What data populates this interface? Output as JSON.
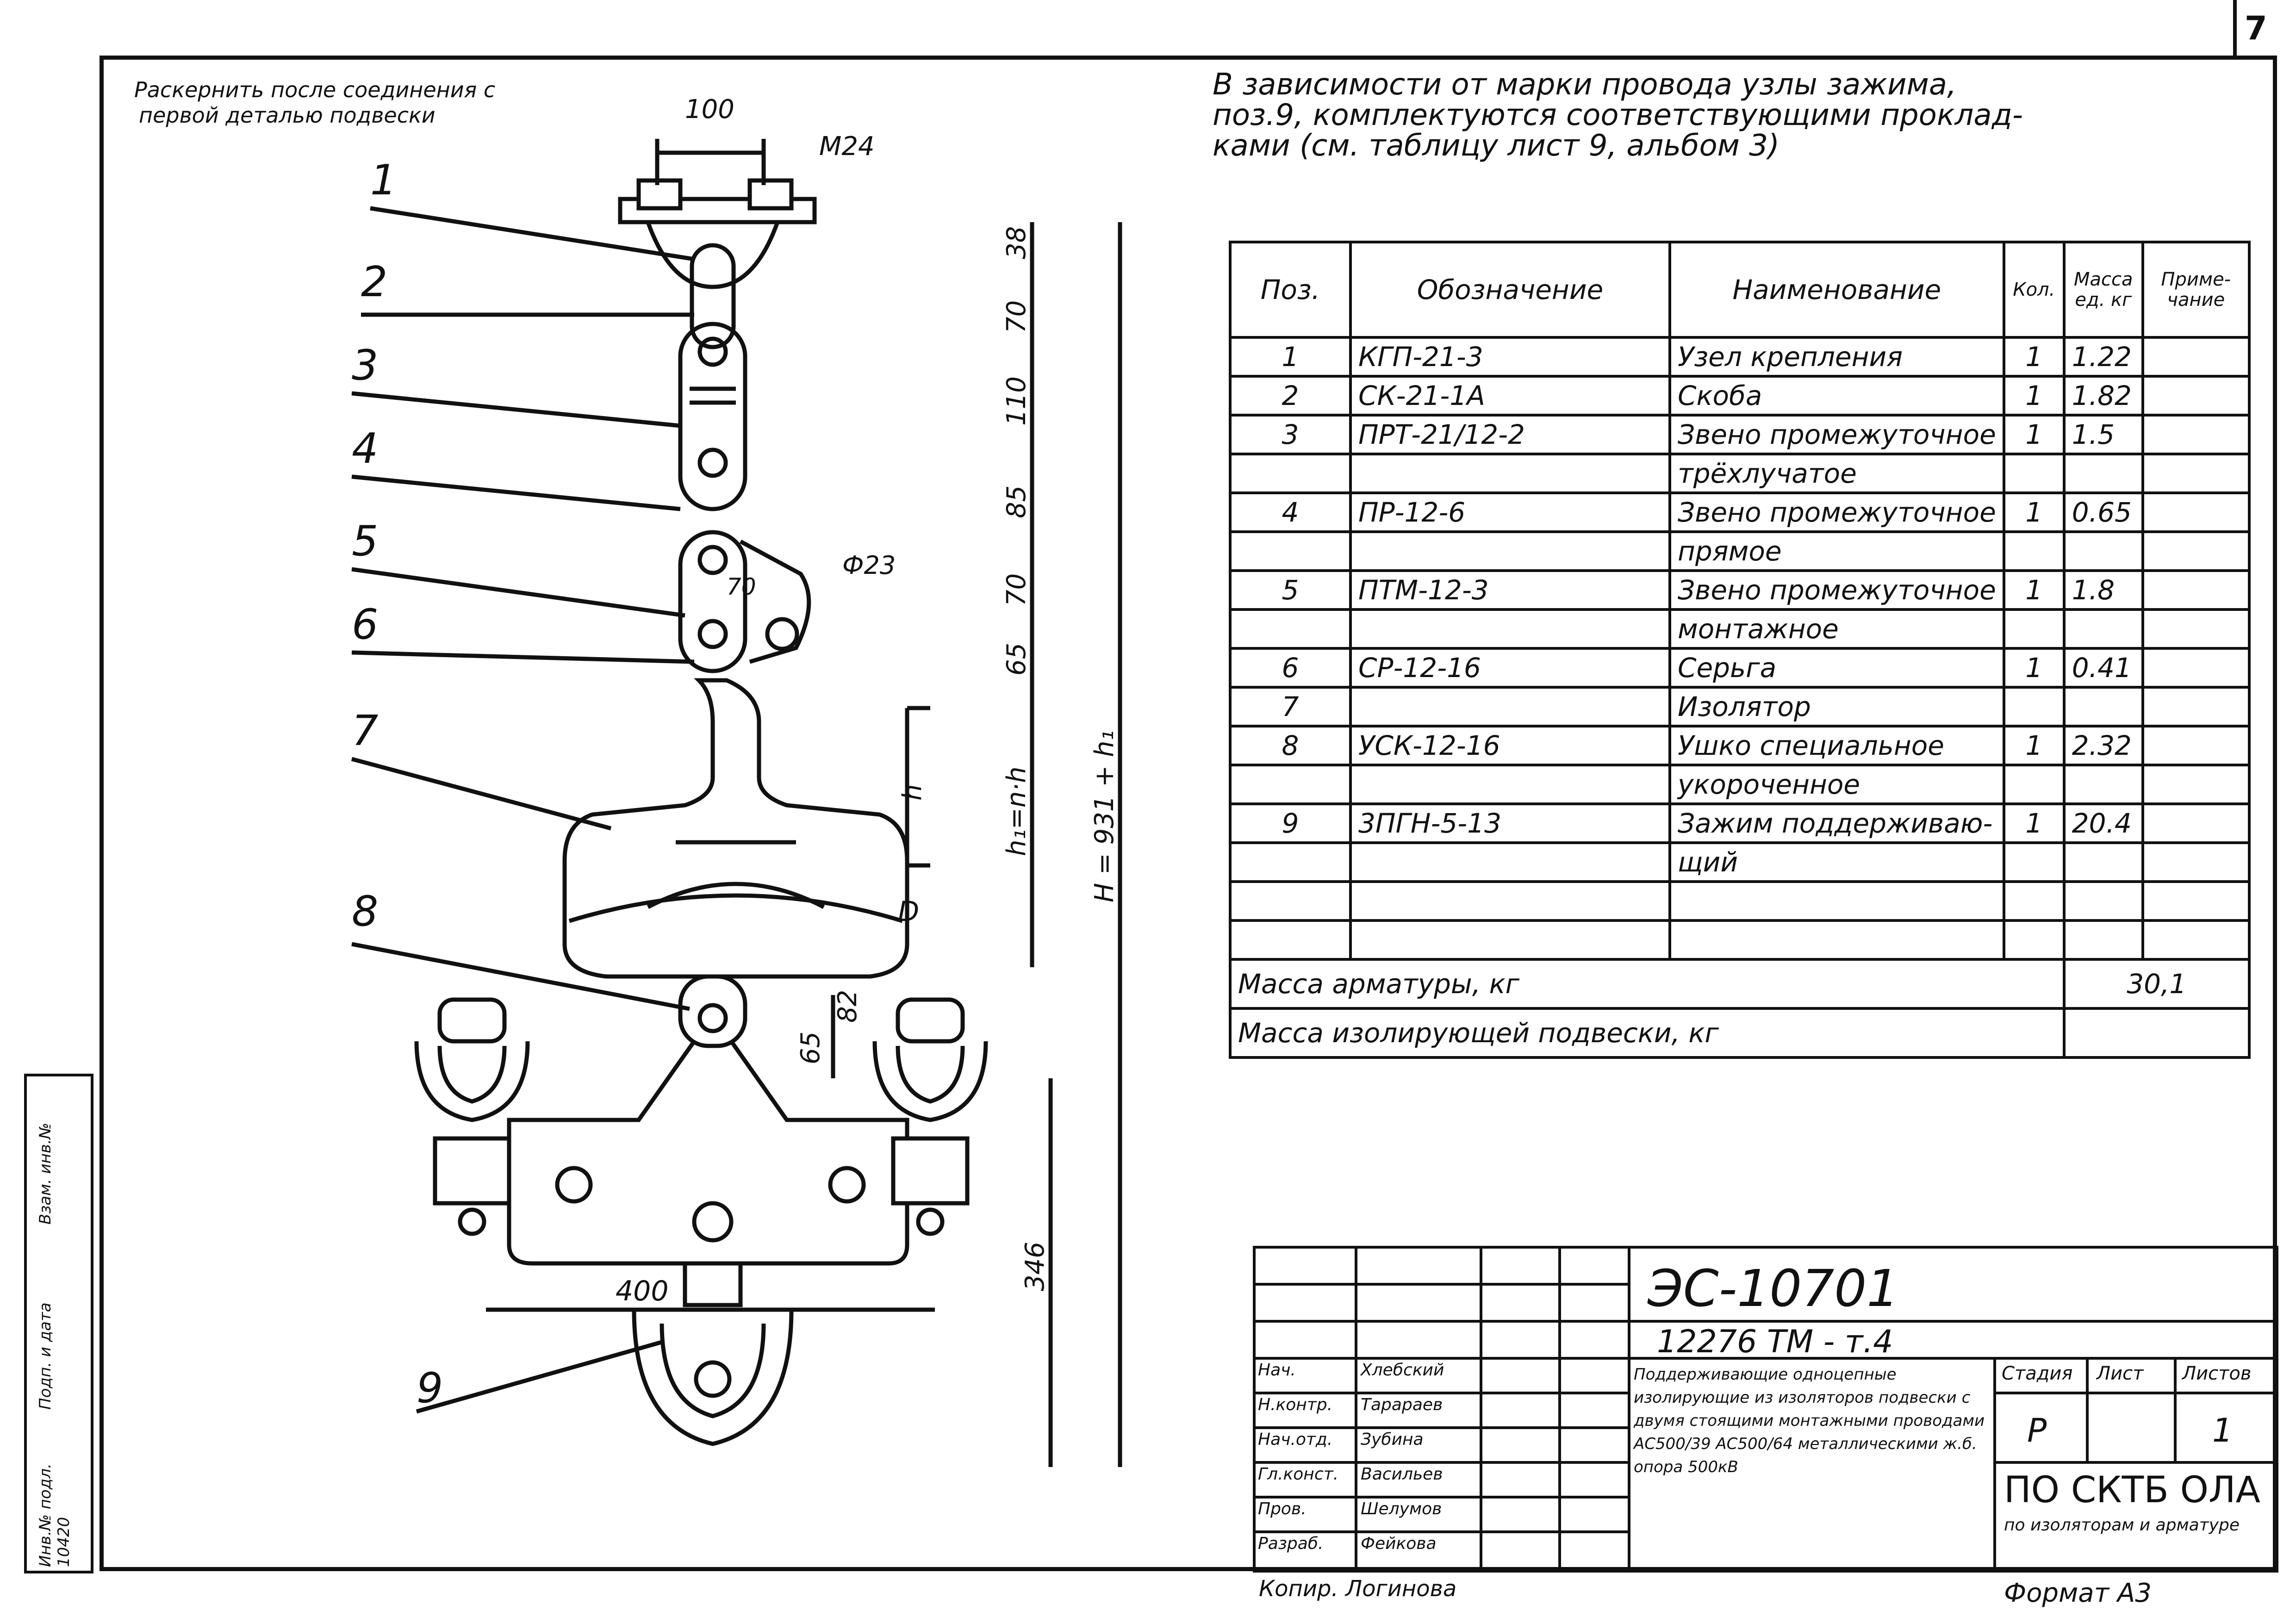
{
  "page_number": "7",
  "drawing_notes": {
    "top_note_line1": "Раскернить после соединения с",
    "top_note_line2": "первой деталью подвески",
    "dim_100": "100",
    "bolt": "M24",
    "dims_right": [
      "38",
      "70",
      "110",
      "85",
      "70",
      "65"
    ],
    "dim_70": "70",
    "dia": "Ф23",
    "dim_h": "h",
    "dim_D": "D",
    "dim_h1": "h₁=n·h",
    "dim_H": "H = 931 + h₁",
    "dim_65": "65",
    "dim_82": "82",
    "dim_346": "346",
    "dim_400": "400",
    "positions": [
      "1",
      "2",
      "3",
      "4",
      "5",
      "6",
      "7",
      "8",
      "9"
    ]
  },
  "header_note": {
    "line1": "В зависимости от марки провода узлы зажима,",
    "line2": "поз.9, комплектуются соответствующими проклад-",
    "line3": "ками (см. таблицу лист 9, альбом 3)"
  },
  "spec_table": {
    "headers": [
      "Поз.",
      "Обозначение",
      "Наименование",
      "Кол.",
      "Масса ед. кг",
      "Приме- чание"
    ],
    "rows": [
      [
        "1",
        "КГП-21-3",
        "Узел крепления",
        "1",
        "1.22",
        ""
      ],
      [
        "2",
        "СК-21-1А",
        "Скоба",
        "1",
        "1.82",
        ""
      ],
      [
        "3",
        "ПРТ-21/12-2",
        "Звено промежуточное",
        "1",
        "1.5",
        ""
      ],
      [
        "",
        "",
        "трёхлучатое",
        "",
        "",
        ""
      ],
      [
        "4",
        "ПР-12-6",
        "Звено промежуточное",
        "1",
        "0.65",
        ""
      ],
      [
        "",
        "",
        "прямое",
        "",
        "",
        ""
      ],
      [
        "5",
        "ПТМ-12-3",
        "Звено промежуточное",
        "1",
        "1.8",
        ""
      ],
      [
        "",
        "",
        "монтажное",
        "",
        "",
        ""
      ],
      [
        "6",
        "СР-12-16",
        "Серьга",
        "1",
        "0.41",
        ""
      ],
      [
        "7",
        "",
        "Изолятор",
        "",
        "",
        ""
      ],
      [
        "8",
        "УСК-12-16",
        "Ушко специальное",
        "1",
        "2.32",
        ""
      ],
      [
        "",
        "",
        "укороченное",
        "",
        "",
        ""
      ],
      [
        "9",
        "3ПГН-5-13",
        "Зажим поддерживаю-",
        "1",
        "20.4",
        ""
      ],
      [
        "",
        "",
        "щий",
        "",
        "",
        ""
      ],
      [
        "",
        "",
        "",
        "",
        "",
        ""
      ],
      [
        "",
        "",
        "",
        "",
        "",
        ""
      ]
    ],
    "mass_fittings_label": "Масса арматуры, кг",
    "mass_fittings_value": "30,1",
    "mass_insulating_label": "Масса изолирующей подвески, кг"
  },
  "title_block": {
    "code": "ЭС-10701",
    "subcode": "12276 ТМ - т.4",
    "description": "Поддерживающие одноцепные изолирующие из изоляторов подвески с двумя стоящими монтажными проводами АС500/39 АС500/64 металлическими ж.б. опора 500кВ",
    "stage_label": "Стадия",
    "sheet_label": "Лист",
    "sheets_label": "Листов",
    "stage": "Р",
    "sheets": "1",
    "org": "ПО СКТБ ОЛА",
    "org_sub": "по изоляторам и арматуре",
    "roles": [
      "Нач.",
      "Н.контр.",
      "Нач.отд.",
      "Гл.конст.",
      "Пров.",
      "Разраб."
    ],
    "names": [
      "Хлебский",
      "Тарараев",
      "Зубина",
      "Васильев",
      "Шелумов",
      "Фейкова"
    ],
    "copied": "Копир. Логинова",
    "format": "Формат А3"
  },
  "side_stamp": [
    "Инв.№ подл.",
    "Подп. и дата",
    "Взам. инв.№",
    "10420"
  ]
}
